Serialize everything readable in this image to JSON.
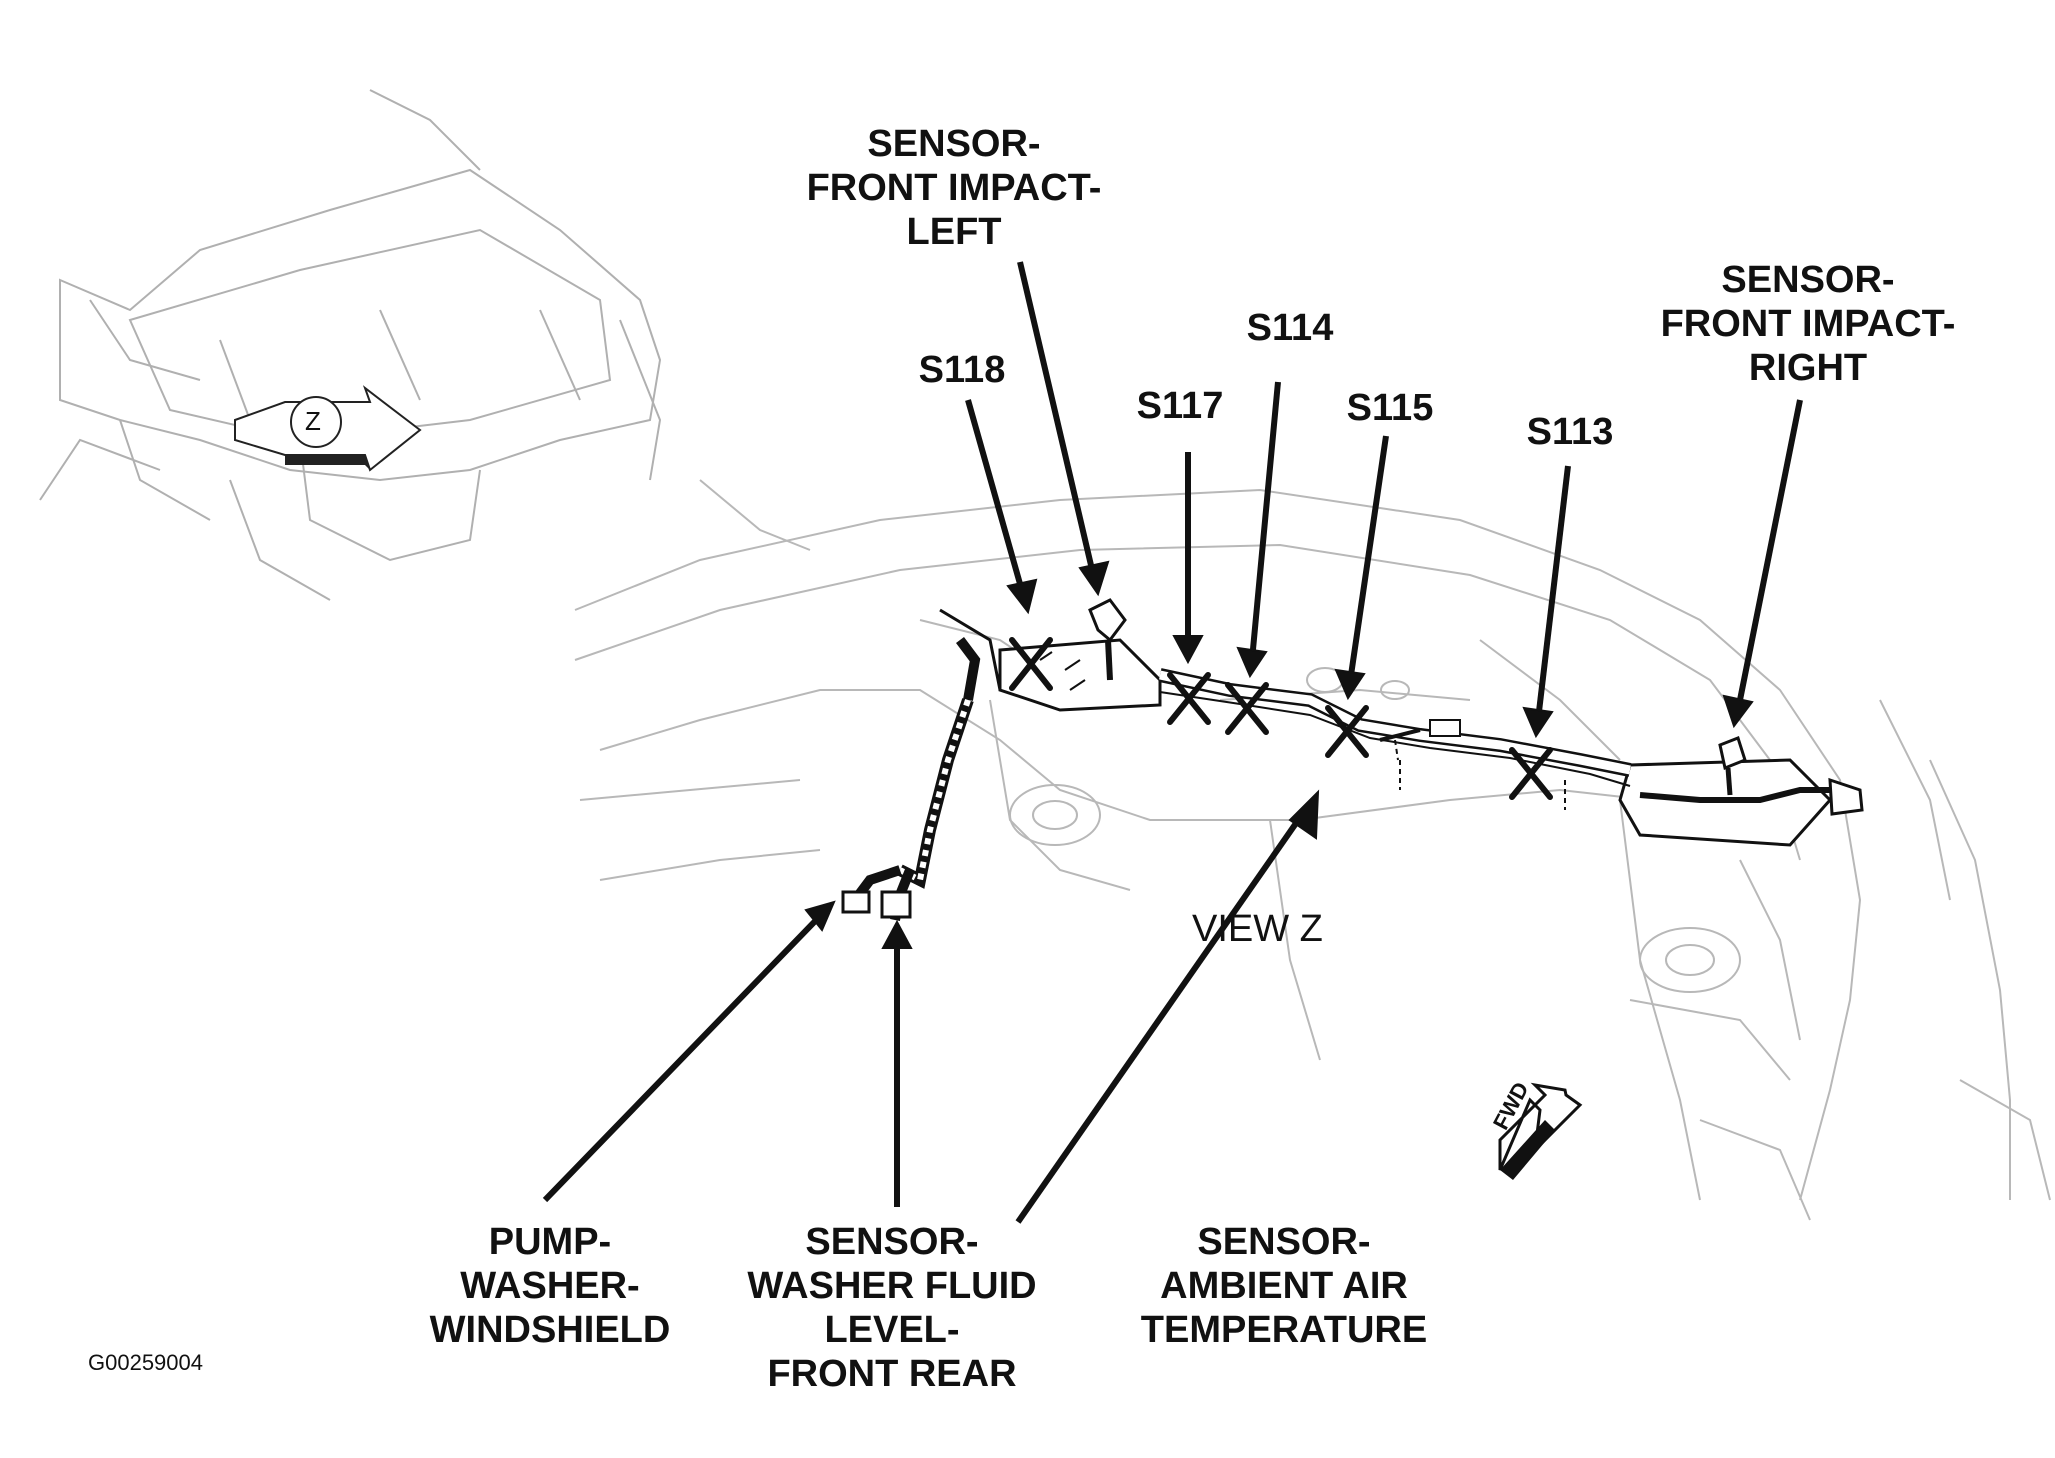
{
  "labels": {
    "sensor_front_impact_left": [
      "SENSOR-",
      "FRONT IMPACT-",
      "LEFT"
    ],
    "sensor_front_impact_right": [
      "SENSOR-",
      "FRONT IMPACT-",
      "RIGHT"
    ],
    "pump_washer_windshield": [
      "PUMP-",
      "WASHER-",
      "WINDSHIELD"
    ],
    "sensor_washer_fluid_level": [
      "SENSOR-",
      "WASHER FLUID",
      "LEVEL-",
      "FRONT REAR"
    ],
    "sensor_ambient_air_temperature": [
      "SENSOR-",
      "AMBIENT AIR",
      "TEMPERATURE"
    ]
  },
  "splices": {
    "s118": "S118",
    "s117": "S117",
    "s114": "S114",
    "s115": "S115",
    "s113": "S113"
  },
  "view_marker": "Z",
  "view_label": "VIEW Z",
  "fwd_label": "FWD",
  "figure_code": "G00259004"
}
